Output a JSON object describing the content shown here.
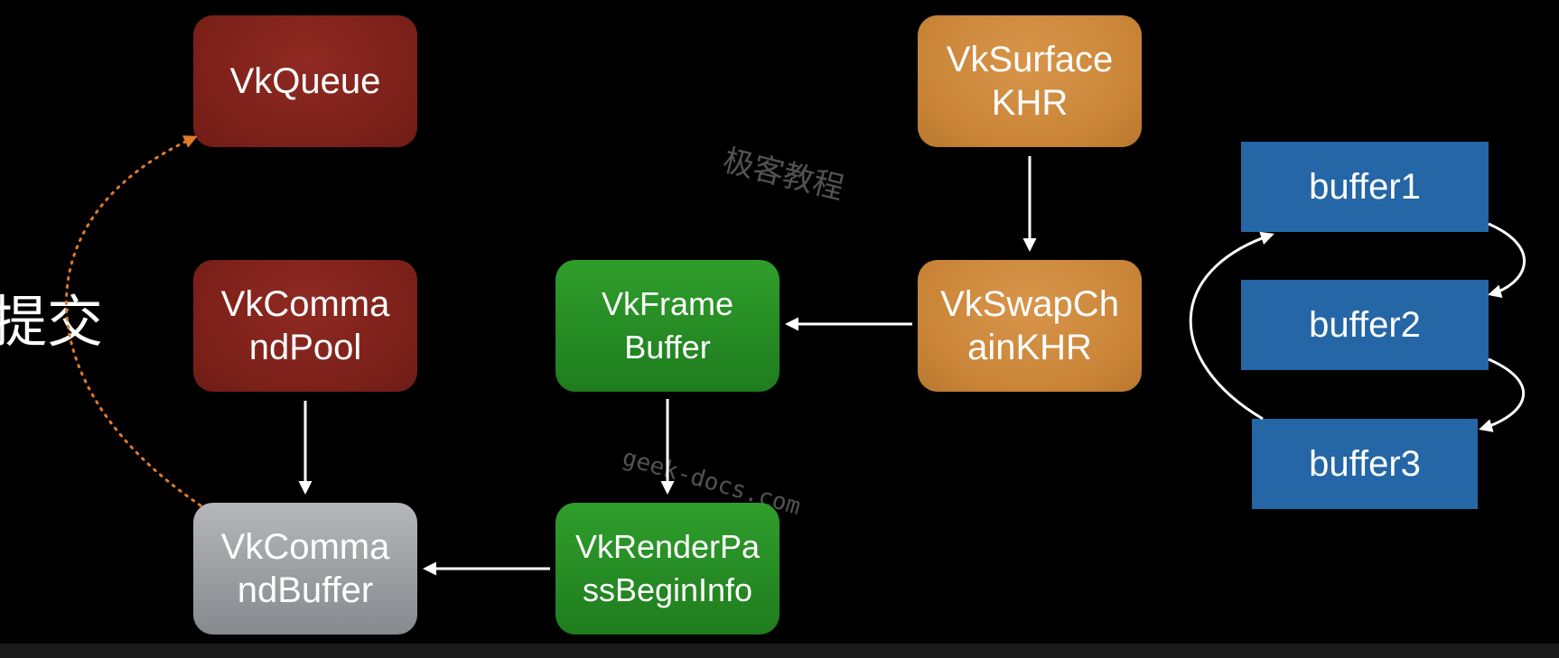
{
  "nodes": {
    "vkqueue": [
      "VkQueue"
    ],
    "vkcommandpool": [
      "VkComma",
      "ndPool"
    ],
    "vkcommandbuffer": [
      "VkComma",
      "ndBuffer"
    ],
    "vkframebuffer": [
      "VkFrame",
      "Buffer"
    ],
    "vkrenderpassbegininfo": [
      "VkRenderPa",
      "ssBeginInfo"
    ],
    "vksurfacekhr": [
      "VkSurface",
      "KHR"
    ],
    "vkswapchainkhr": [
      "VkSwapCh",
      "ainKHR"
    ],
    "buffer1": [
      "buffer1"
    ],
    "buffer2": [
      "buffer2"
    ],
    "buffer3": [
      "buffer3"
    ]
  },
  "submit_label": "提交",
  "watermarks": {
    "cn": "极客教程",
    "en": "geek-docs.com"
  },
  "colors": {
    "background": "#000000",
    "red": "#7b2019",
    "orange": "#c98437",
    "green": "#23861f",
    "gray": "#a3a5a8",
    "blue": "#2466a6",
    "dotted_arrow": "#e07b2a",
    "arrow": "#ffffff"
  }
}
